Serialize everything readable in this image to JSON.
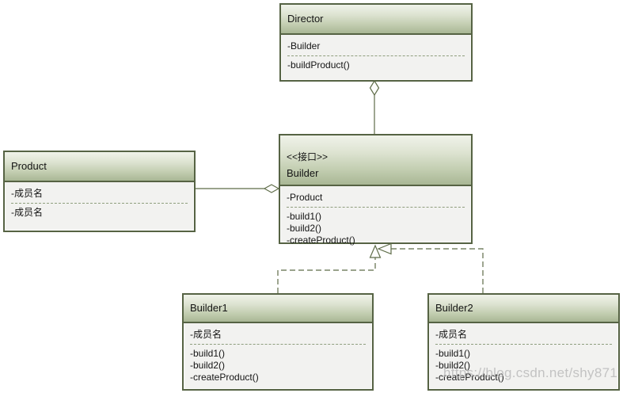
{
  "diagram": {
    "type": "uml-class-diagram",
    "pattern": "Builder",
    "watermark": "https://blog.csdn.net/shy871",
    "colors": {
      "border": "#566344",
      "line": "#5e6c48",
      "header_top": "#f0f3ea",
      "header_bottom": "#a9b795",
      "body_bg": "#f2f2f0",
      "separator": "#8f9e7e",
      "background": "#ffffff",
      "watermark_color": "#bbbbbb"
    },
    "classes": [
      {
        "name": "Director",
        "stereotype": "",
        "attributes": [
          "-Builder"
        ],
        "methods": [
          "-buildProduct()"
        ]
      },
      {
        "name": "Builder",
        "stereotype": "<<接口>>",
        "attributes": [
          "-Product"
        ],
        "methods": [
          "-build1()",
          "-build2()",
          "-createProduct()"
        ]
      },
      {
        "name": "Product",
        "stereotype": "",
        "attributes": [
          "-成员名"
        ],
        "methods": [
          "-成员名"
        ]
      },
      {
        "name": "Builder1",
        "stereotype": "",
        "attributes": [
          "-成员名"
        ],
        "methods": [
          "-build1()",
          "-build2()",
          "-createProduct()"
        ]
      },
      {
        "name": "Builder2",
        "stereotype": "",
        "attributes": [
          "-成员名"
        ],
        "methods": [
          "-build1()",
          "-build2()",
          "-createProduct()"
        ]
      }
    ],
    "relationships": [
      {
        "from": "Director",
        "to": "Builder",
        "type": "aggregation",
        "diamond_at": "Director"
      },
      {
        "from": "Builder",
        "to": "Product",
        "type": "aggregation",
        "diamond_at": "Builder"
      },
      {
        "from": "Builder1",
        "to": "Builder",
        "type": "realization",
        "arrow_at": "Builder"
      },
      {
        "from": "Builder2",
        "to": "Builder",
        "type": "realization",
        "arrow_at": "Builder"
      }
    ]
  }
}
